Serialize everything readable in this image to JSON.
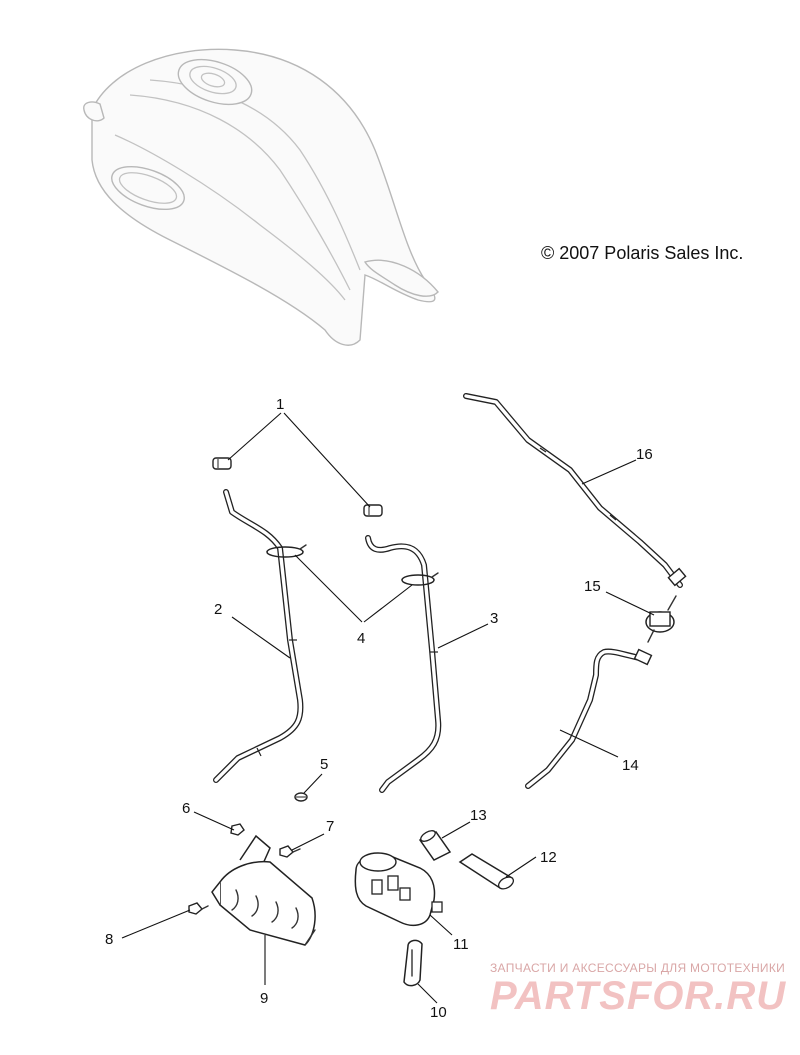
{
  "copyright": "© 2007 Polaris Sales Inc.",
  "watermark": {
    "tagline": "ЗАПЧАСТИ И АКСЕССУАРЫ ДЛЯ МОТОТЕХНИКИ",
    "brand": "PARTSFOR.RU"
  },
  "callouts": {
    "c1": "1",
    "c2": "2",
    "c3": "3",
    "c4": "4",
    "c5": "5",
    "c6": "6",
    "c7": "7",
    "c8": "8",
    "c9": "9",
    "c10": "10",
    "c11": "11",
    "c12": "12",
    "c13": "13",
    "c14": "14",
    "c15": "15",
    "c16": "16"
  }
}
